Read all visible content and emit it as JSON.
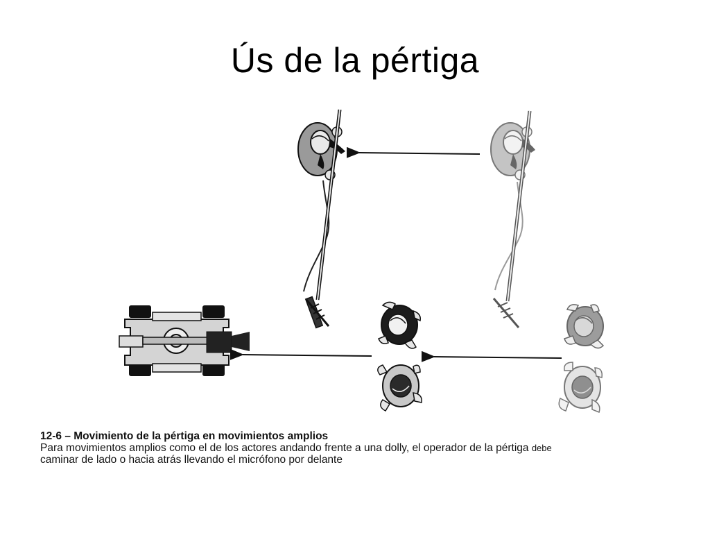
{
  "slide": {
    "title": "Ús de la pértiga"
  },
  "caption": {
    "heading": "12-6 – Movimiento de la pértiga en movimientos amplios",
    "line1": "Para movimientos amplios como el de los actores andando frente a una dolly, el operador de la pértiga",
    "line1_tail": "debe",
    "line2": "caminar de lado o hacia atrás llevando el micrófono por delante"
  },
  "colors": {
    "ink": "#111111",
    "operator_dark": "#9a9a9a",
    "operator_light": "#c4c4c4",
    "actor_dark": "#1c1c1c",
    "actor_light": "#c8c8c8",
    "dolly_body": "#d4d4d4"
  },
  "icons": {
    "dolly": "camera-dolly-icon",
    "operator": "boom-operator-icon",
    "actor": "actor-topview-icon",
    "arrow": "arrow-left-icon"
  }
}
